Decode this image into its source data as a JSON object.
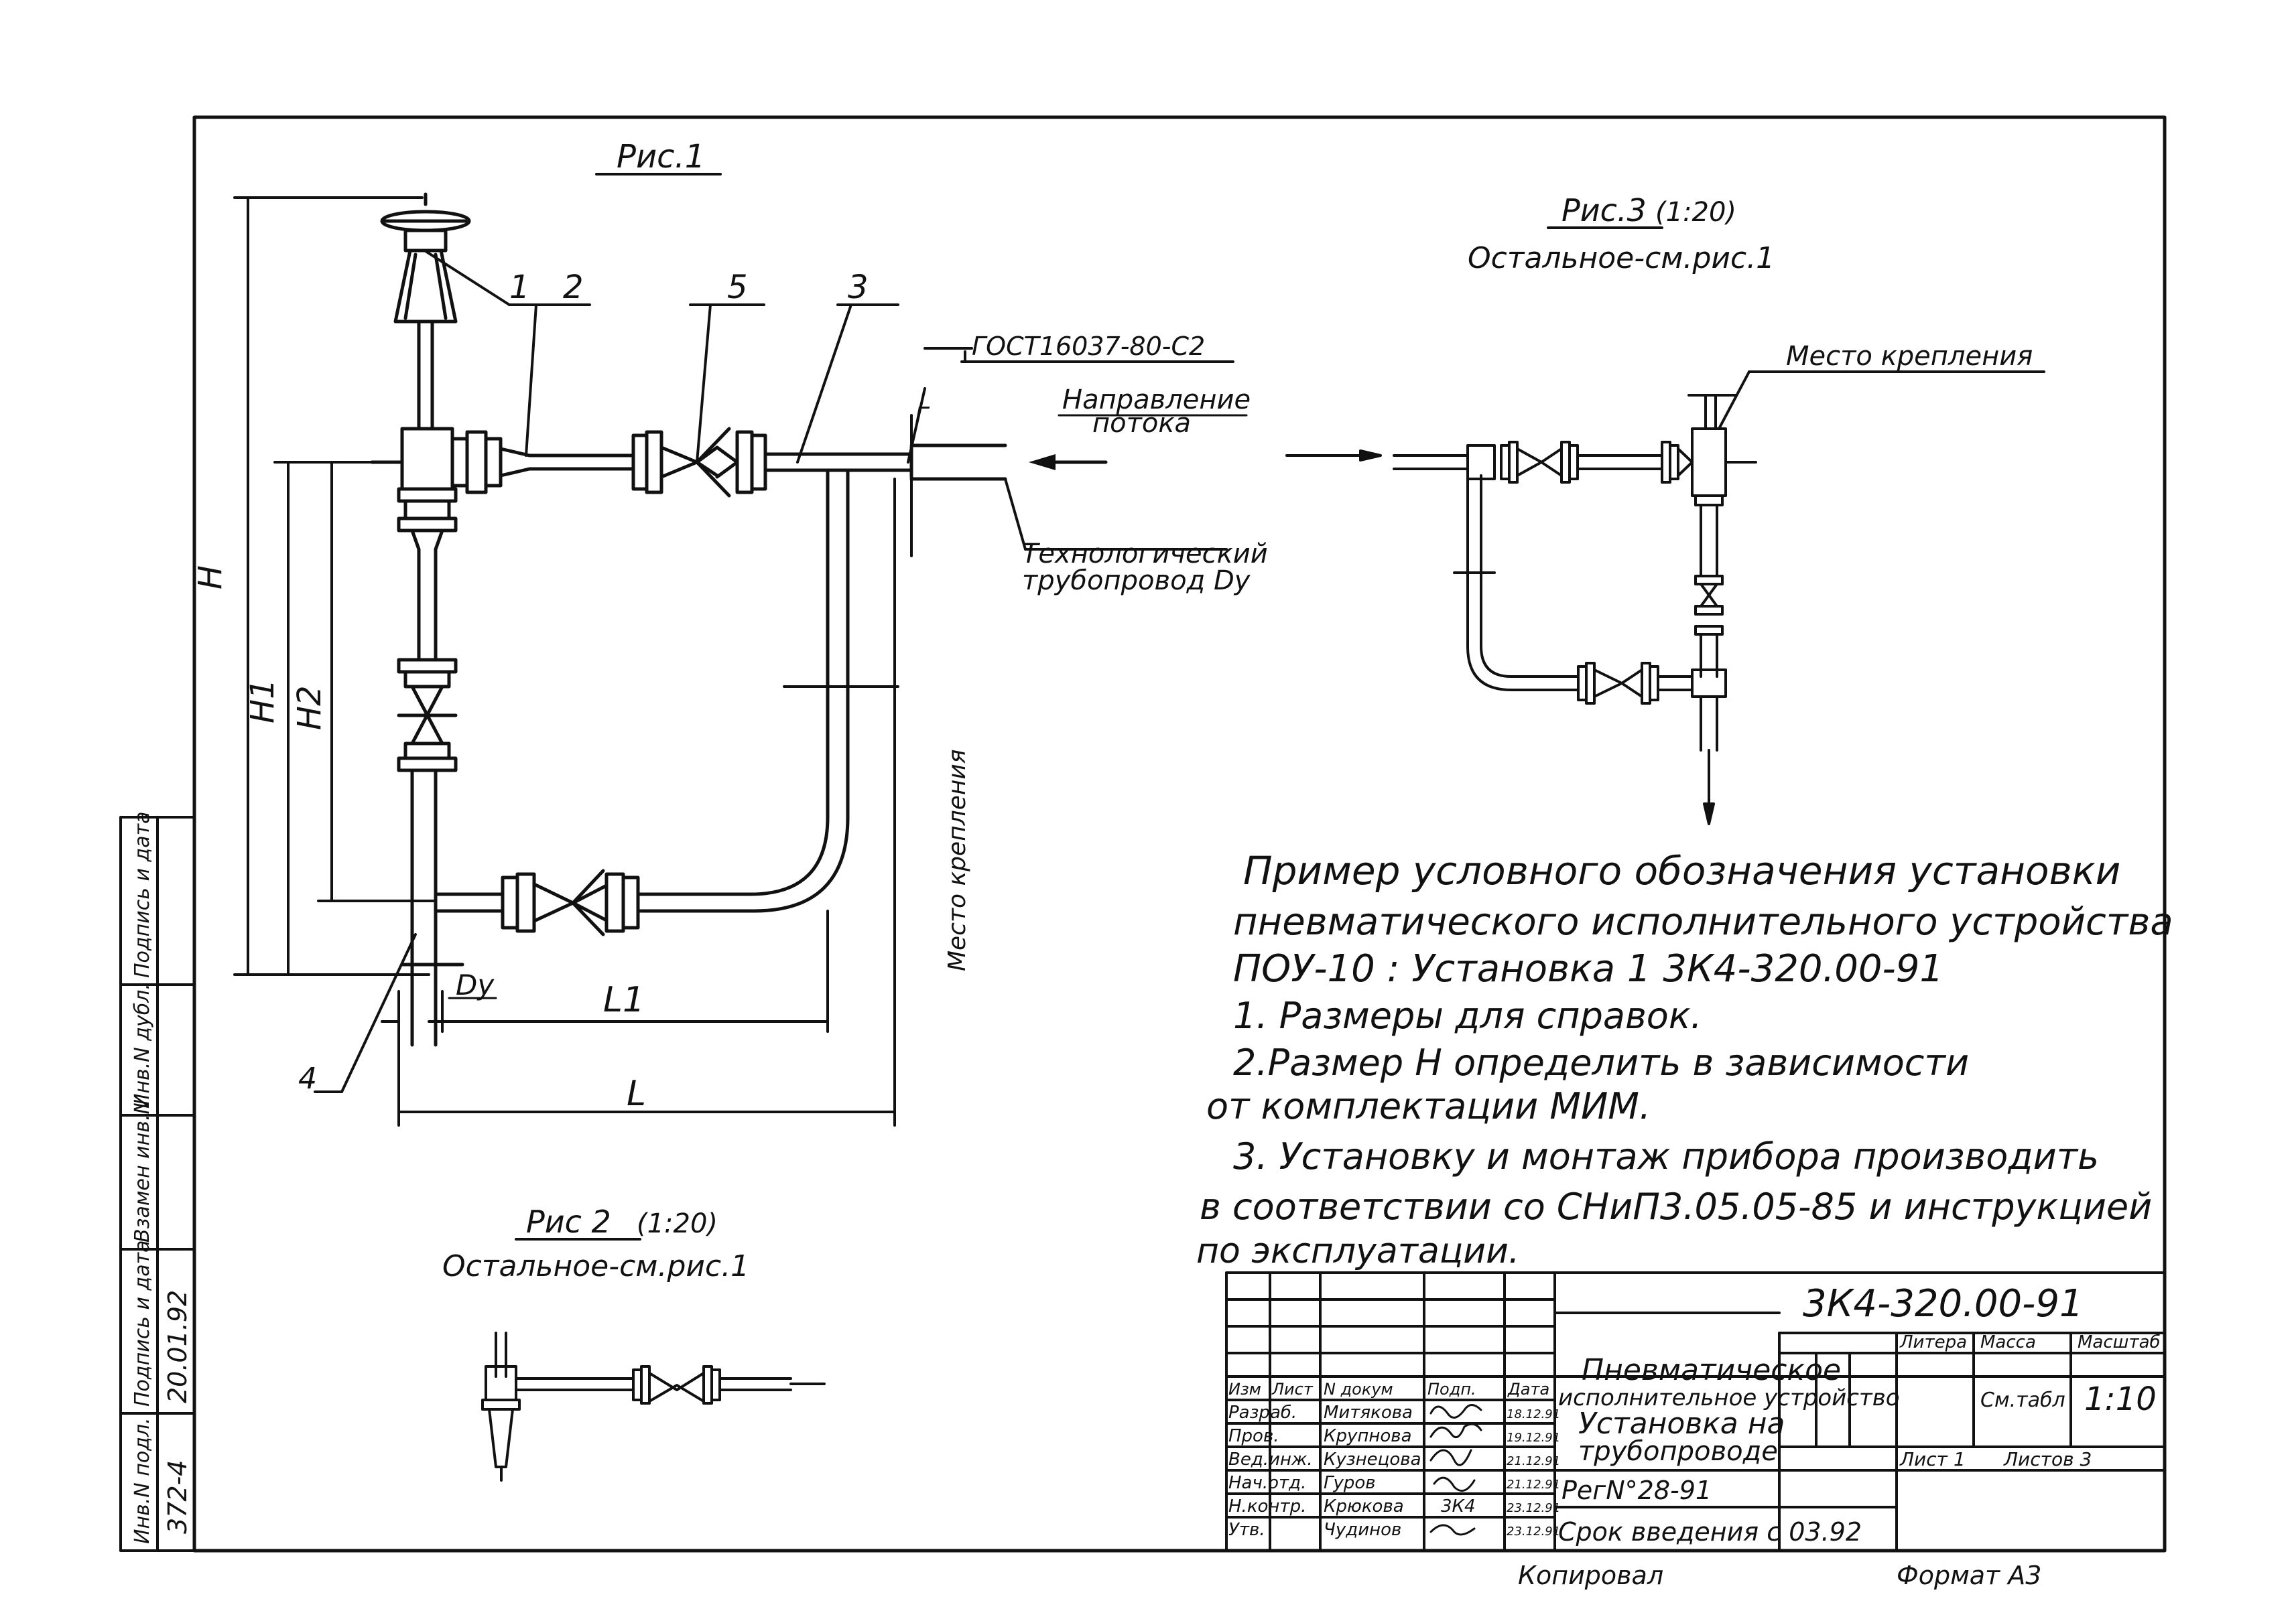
{
  "figures": {
    "fig1_title": "Рис.1",
    "fig2_title": "Рис 2",
    "fig2_scale": "(1:20)",
    "fig2_subtitle": "Остальное-см.рис.1",
    "fig3_title": "Рис.3",
    "fig3_scale": "(1:20)",
    "fig3_subtitle": "Остальное-см.рис.1"
  },
  "callouts": {
    "c1": "1",
    "c2": "2",
    "c3": "3",
    "c4": "4",
    "c5": "5",
    "weld_mark": "г",
    "gost": "ГОСТ16037-80-С2",
    "flow_line1": "Направление",
    "flow_line2": "потока",
    "pipe_line1": "Технологический",
    "pipe_line2": "трубопровод Dу",
    "mount_fig1": "Место крепления",
    "mount_fig3": "Место крепления"
  },
  "dimensions": {
    "H": "H",
    "H1": "H1",
    "H2": "H2",
    "Dy": "Dу",
    "L1": "L1",
    "L": "L"
  },
  "notes": {
    "line1": "Пример условного обозначения установки",
    "line2": "пневматического исполнительного устройства",
    "line3": "ПОУ-10 : Установка 1   3К4-320.00-91",
    "line4": "1. Размеры для справок.",
    "line5": "2.Размер Н  определить в зависимости",
    "line6": "от комплектации МИМ.",
    "line7": "3. Установку и монтаж прибора производить",
    "line8": "в соответствии со СНиП3.05.05-85 и инструкцией",
    "line9": "по эксплуатации."
  },
  "title_block": {
    "doc_code": "3К4-320.00-91",
    "name_line1": "Пневматическое",
    "name_line2": "исполнительное устройство",
    "name_line3": "Установка на",
    "name_line4": "трубопроводе",
    "reg": "РегN°28-91",
    "intro": "Срок введения с 03.92",
    "col_change": "Изм",
    "col_sheet": "Лист",
    "col_docnum": "N докум",
    "col_sign": "Подп.",
    "col_date": "Дата",
    "litera_label": "Литера",
    "mass_label": "Масса",
    "scale_label": "Масштаб",
    "mass_value": "См.табл",
    "scale_value": "1:10",
    "sheet_label": "Лист 1",
    "sheets_label": "Листов 3",
    "roles": [
      {
        "role": "Разраб.",
        "name": "Митякова",
        "date": "18.12.91"
      },
      {
        "role": "Пров.",
        "name": "Крупнова",
        "date": "19.12.91"
      },
      {
        "role": "Вед.инж.",
        "name": "Кузнецова",
        "date": "21.12.91"
      },
      {
        "role": "Нач.отд.",
        "name": "Гуров",
        "date": "21.12.91"
      },
      {
        "role": "Н.контр.",
        "name": "Крюкова",
        "date": "23.12.91"
      },
      {
        "role": "Утв.",
        "name": "Чудинов",
        "date": "23.12.91"
      }
    ],
    "sign_mark": "3К4"
  },
  "side_stamp": {
    "inv_orig": "Инв.N подл.",
    "sign_date": "Подпись и дата",
    "replaced": "Взамен инв.N",
    "inv_dup": "Инв.N дубл.",
    "sign_date2": "Подпись и дата",
    "inv_value": "372-4",
    "date_value": "20.01.92"
  },
  "footer": {
    "copied": "Копировал",
    "format": "Формат А3"
  }
}
